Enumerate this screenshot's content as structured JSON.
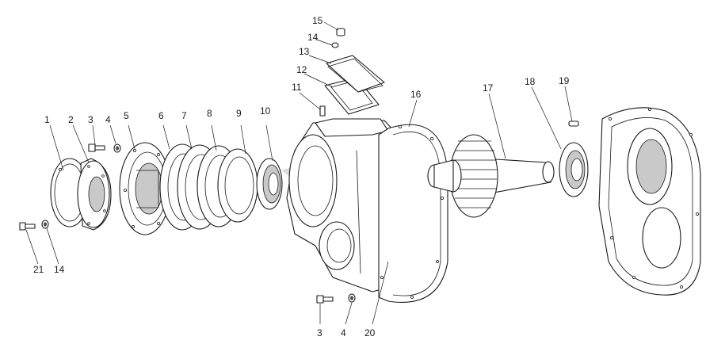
{
  "callouts": [
    {
      "id": "c1",
      "text": "1"
    },
    {
      "id": "c2",
      "text": "2"
    },
    {
      "id": "c3a",
      "text": "3"
    },
    {
      "id": "c4a",
      "text": "4"
    },
    {
      "id": "c5",
      "text": "5"
    },
    {
      "id": "c6",
      "text": "6"
    },
    {
      "id": "c7",
      "text": "7"
    },
    {
      "id": "c8",
      "text": "8"
    },
    {
      "id": "c9",
      "text": "9"
    },
    {
      "id": "c10",
      "text": "10"
    },
    {
      "id": "c11",
      "text": "11"
    },
    {
      "id": "c12",
      "text": "12"
    },
    {
      "id": "c13",
      "text": "13"
    },
    {
      "id": "c14a",
      "text": "14"
    },
    {
      "id": "c15",
      "text": "15"
    },
    {
      "id": "c16",
      "text": "16"
    },
    {
      "id": "c17",
      "text": "17"
    },
    {
      "id": "c18",
      "text": "18"
    },
    {
      "id": "c19",
      "text": "19"
    },
    {
      "id": "c20",
      "text": "20"
    },
    {
      "id": "c21",
      "text": "21"
    },
    {
      "id": "c14b",
      "text": "14"
    },
    {
      "id": "c3b",
      "text": "3"
    },
    {
      "id": "c4b",
      "text": "4"
    }
  ]
}
